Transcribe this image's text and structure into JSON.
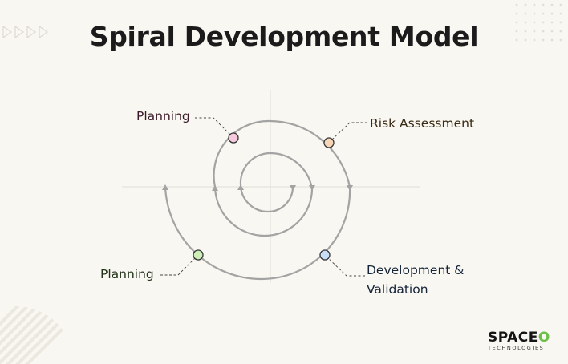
{
  "title": "Spiral Development Model",
  "labels": {
    "planning_top": "Planning",
    "risk_assessment": "Risk Assessment",
    "planning_bottom": "Planning",
    "development_line1": "Development &",
    "development_line2": "Validation"
  },
  "markers": {
    "planning_top_color": "#f6c9dc",
    "risk_color": "#f6d6b8",
    "planning_bottom_color": "#cdeeb6",
    "development_color": "#c8def6"
  },
  "logo": {
    "main_prefix": "SPACE",
    "main_o": "O",
    "sub": "TECHNOLOGIES"
  },
  "colors": {
    "background": "#f9f7f1",
    "spiral": "#a3a3a3",
    "axis": "#e3e1db",
    "logo_accent": "#6cc04a"
  }
}
